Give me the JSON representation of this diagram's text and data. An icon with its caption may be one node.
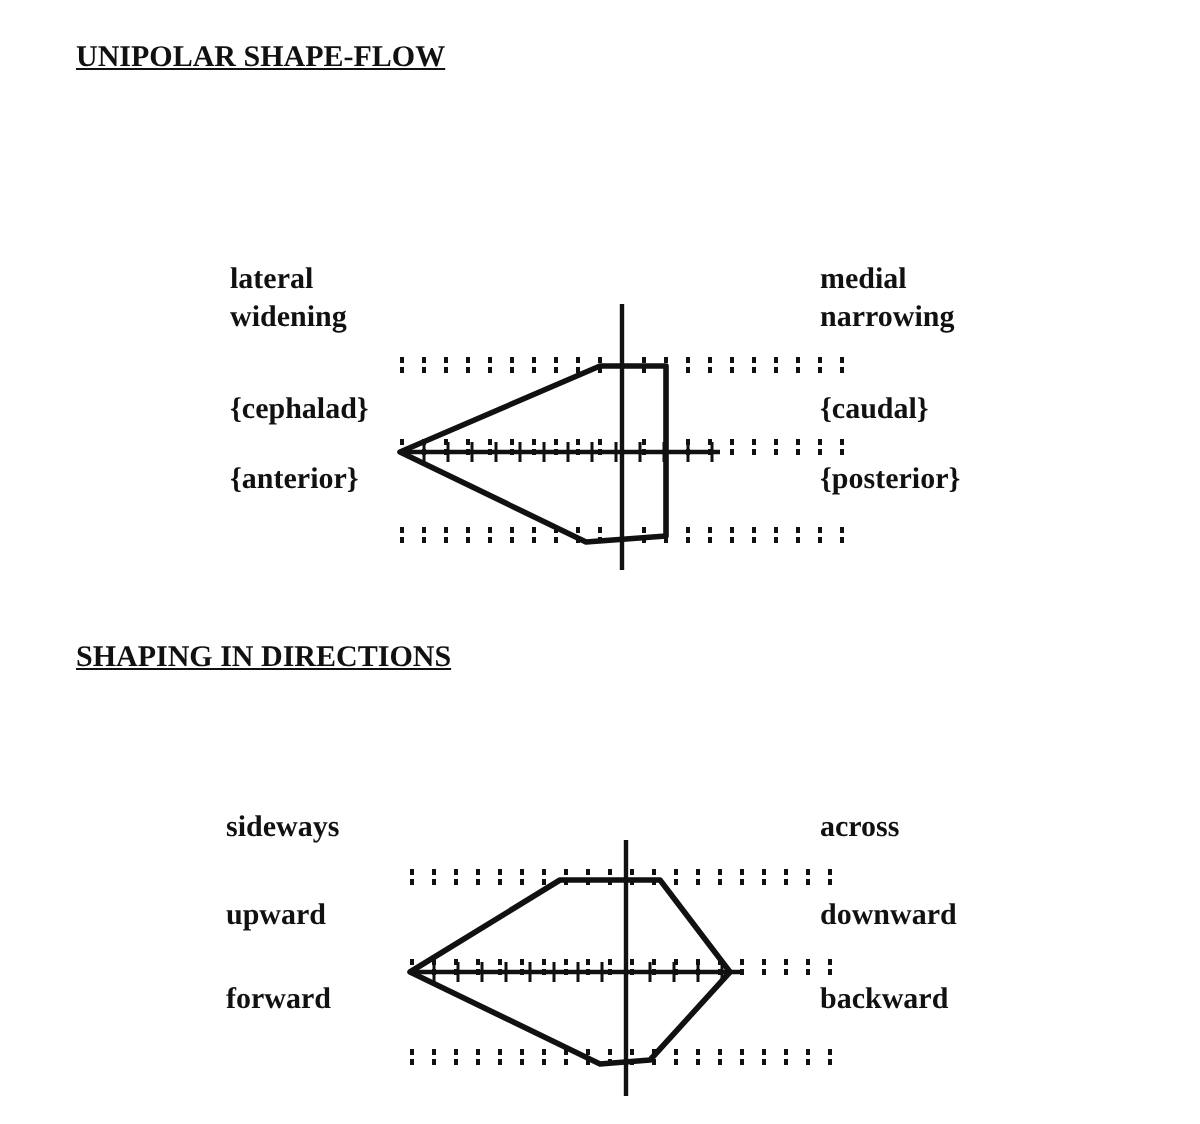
{
  "diagram": {
    "labels": [
      "UNIPOLAR SHAPE-FLOW",
      "lateral widening",
      "medial narrowing",
      "{cephalad}",
      "{caudal}",
      "{anterior}",
      "{posterior}",
      "SHAPING IN DIRECTIONS",
      "sideways",
      "across",
      "upward",
      "downward",
      "forward",
      "backward"
    ]
  }
}
